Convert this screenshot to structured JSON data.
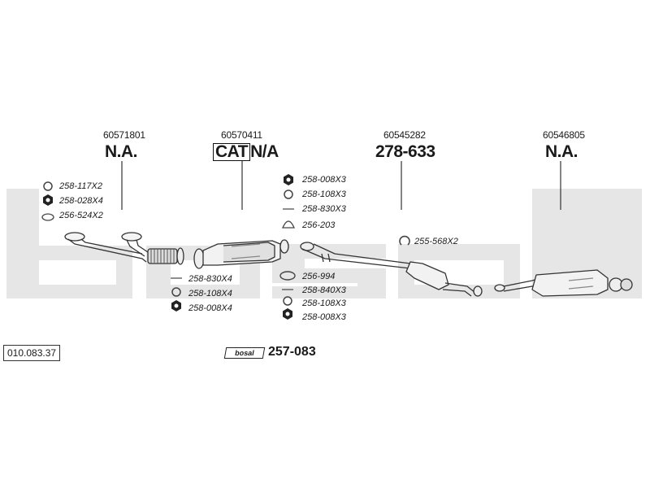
{
  "reference_number": "010.083.37",
  "brand": "bosal",
  "kit": {
    "logo_text": "bosal",
    "code": "257-083"
  },
  "components": [
    {
      "part_number": "60571801",
      "code": "N.A."
    },
    {
      "part_number": "60570411",
      "code_prefix": "CAT",
      "code": "N/A"
    },
    {
      "part_number": "60545282",
      "code": "278-633"
    },
    {
      "part_number": "60546805",
      "code": "N.A."
    }
  ],
  "fittings": {
    "front_pipe": [
      "258-117X2",
      "258-028X4",
      "256-524X2"
    ],
    "cat_front": [
      "258-830X4",
      "258-108X4",
      "258-008X4"
    ],
    "cat_rear_top": [
      "258-008X3",
      "258-108X3",
      "258-830X3",
      "256-203"
    ],
    "cat_rear_bottom": [
      "256-994",
      "258-840X3",
      "258-108X3",
      "258-008X3"
    ],
    "mid": [
      "255-568X2"
    ]
  },
  "icons": {
    "nut": "hex-nut-icon",
    "washer": "washer-icon",
    "bolt": "bolt-icon",
    "gasket": "gasket-icon",
    "clamp": "clamp-icon",
    "ring": "ring-gasket-icon"
  }
}
